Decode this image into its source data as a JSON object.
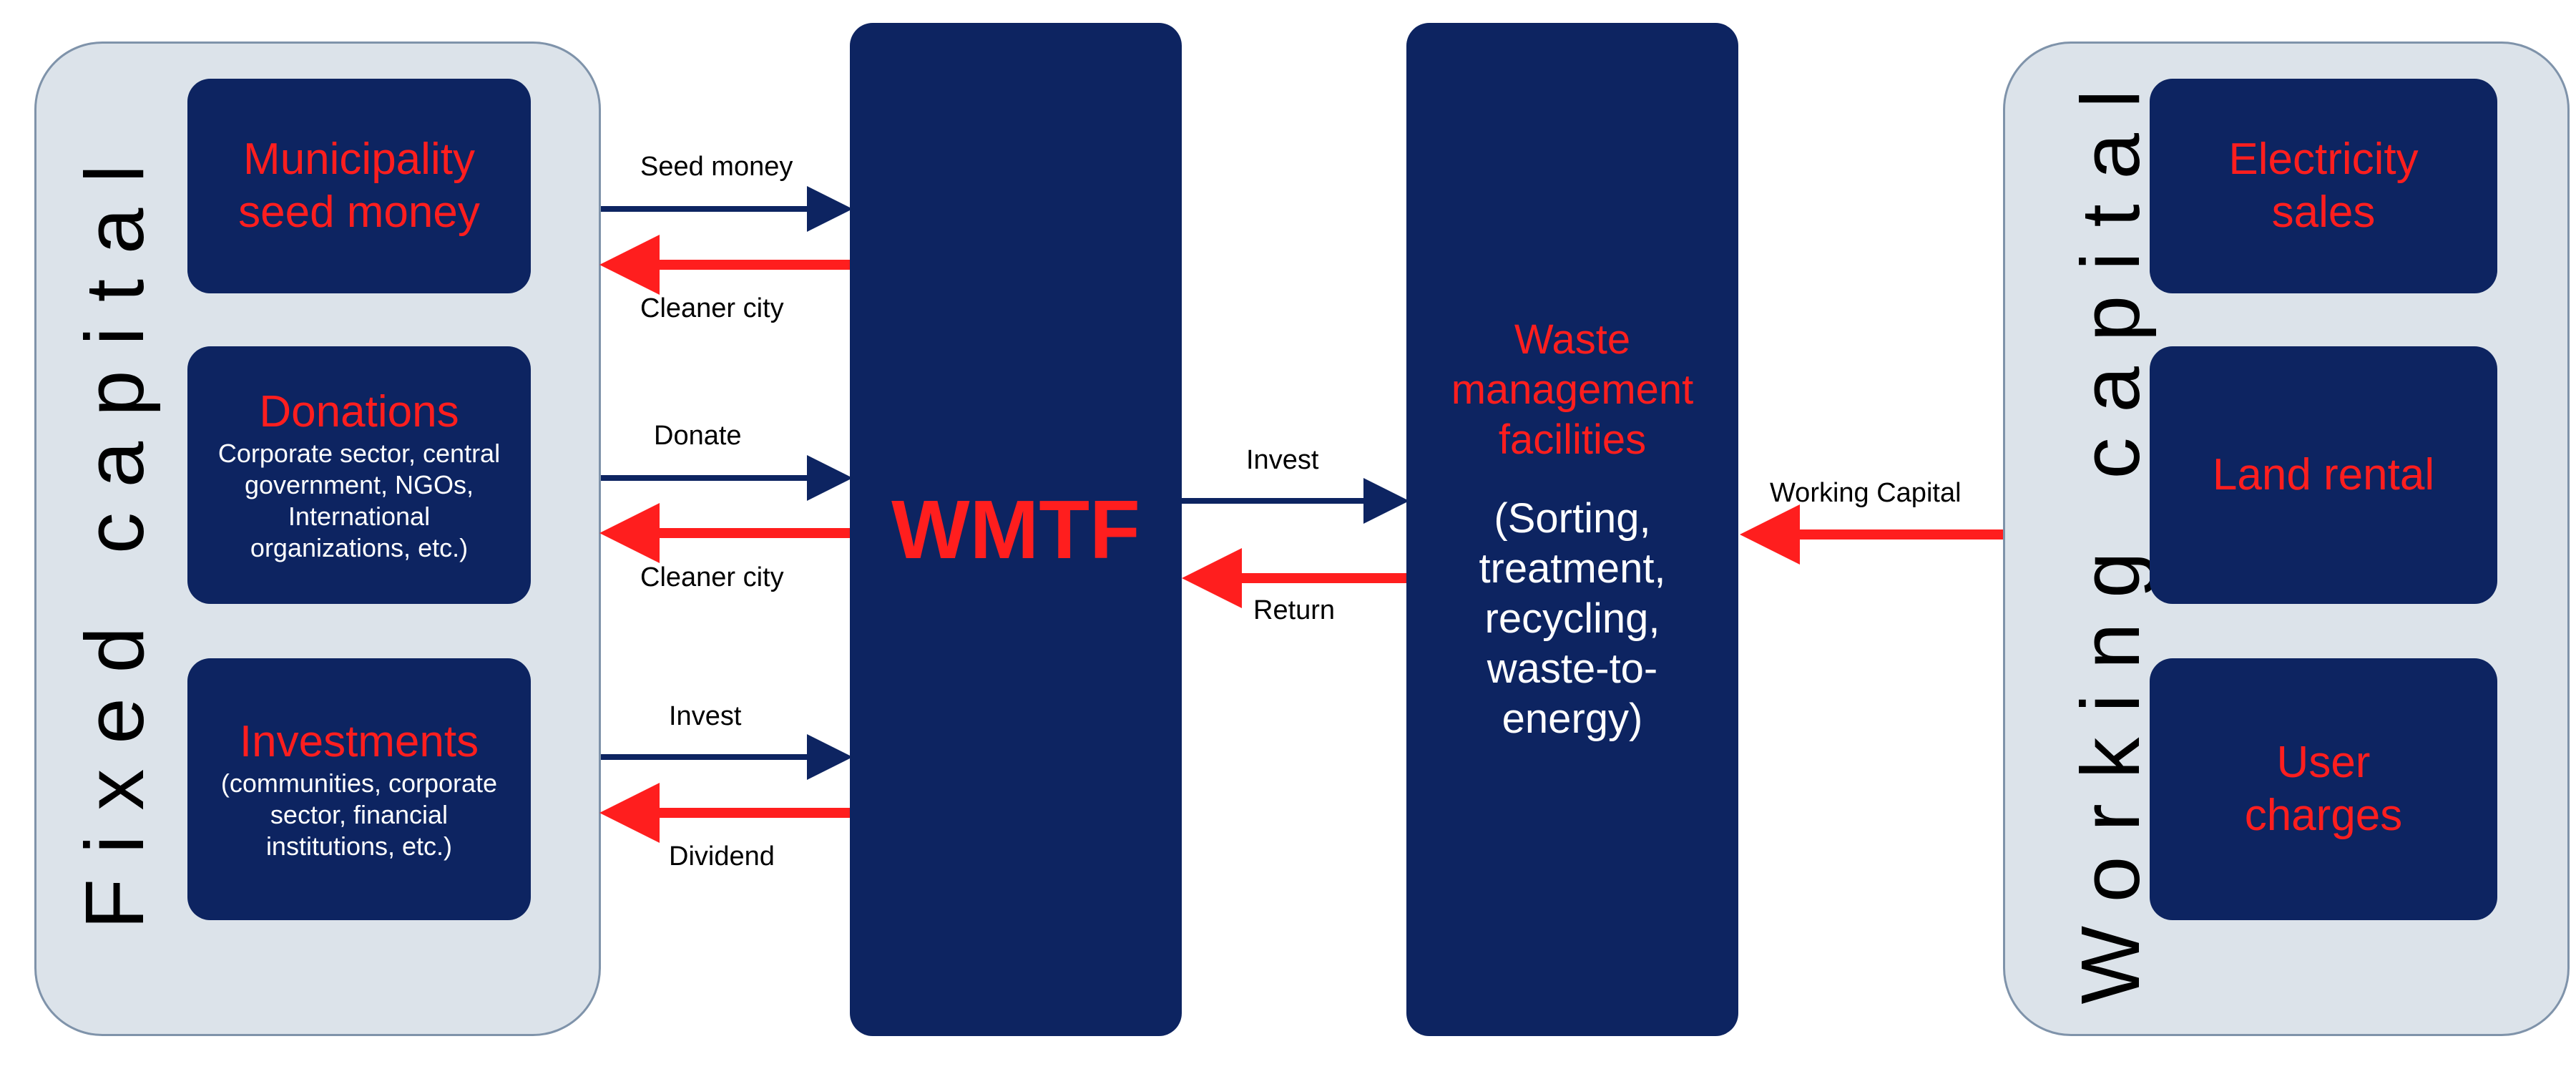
{
  "colors": {
    "navy": "#0d2461",
    "red": "#ff1e1e",
    "panel": "#dce3ea"
  },
  "left_panel": {
    "label": "Fixed capital",
    "sources": [
      {
        "title": "Municipality seed money",
        "detail": ""
      },
      {
        "title": "Donations",
        "detail": "Corporate sector, central government, NGOs,  International organizations, etc.)"
      },
      {
        "title": "Investments",
        "detail": "(communities, corporate sector, financial institutions, etc.)"
      }
    ]
  },
  "flows_left": [
    {
      "out": "Seed money",
      "back": "Cleaner city"
    },
    {
      "out": "Donate",
      "back": "Cleaner city"
    },
    {
      "out": "Invest",
      "back": "Dividend"
    }
  ],
  "center": {
    "wmtf": "WMTF"
  },
  "flow_center": {
    "out": "Invest",
    "back": "Return"
  },
  "facility": {
    "title": "Waste management facilities",
    "detail": "(Sorting, treatment, recycling, waste-to-energy)"
  },
  "flow_right": {
    "label": "Working Capital"
  },
  "right_panel": {
    "label": "Working capital",
    "sources": [
      {
        "title": "Electricity sales"
      },
      {
        "title": "Land rental"
      },
      {
        "title": "User charges"
      }
    ]
  }
}
